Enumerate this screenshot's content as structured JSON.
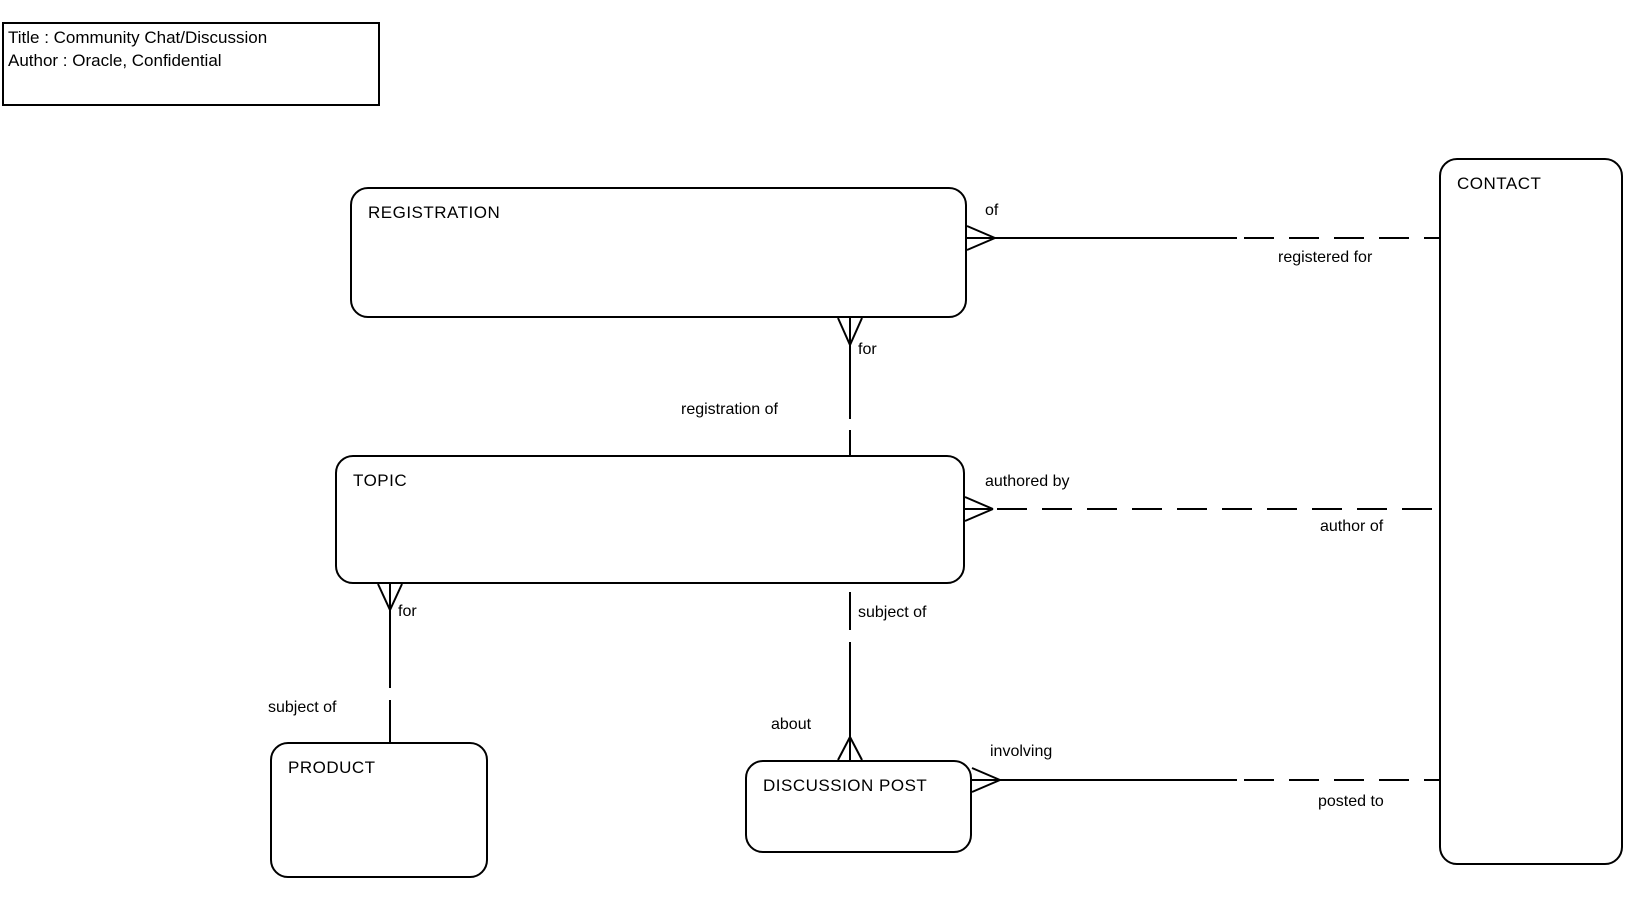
{
  "title_block": {
    "title_line": "Title : Community Chat/Discussion",
    "author_line": "Author : Oracle, Confidential"
  },
  "entities": {
    "registration": {
      "name": "REGISTRATION"
    },
    "topic": {
      "name": "TOPIC"
    },
    "product": {
      "name": "PRODUCT"
    },
    "discussion_post": {
      "name": "DISCUSSION POST"
    },
    "contact": {
      "name": "CONTACT"
    }
  },
  "relationships": {
    "registration_contact": {
      "from": "REGISTRATION",
      "to": "CONTACT",
      "source_label": "of",
      "target_label": "registered for",
      "crow_foot_end": "REGISTRATION",
      "line_style": "solid-then-dashed"
    },
    "registration_topic": {
      "from": "REGISTRATION",
      "to": "TOPIC",
      "source_label": "for",
      "target_label": "registration of",
      "crow_foot_end": "REGISTRATION",
      "line_style": "solid-then-dashed"
    },
    "topic_contact": {
      "from": "TOPIC",
      "to": "CONTACT",
      "source_label": "authored by",
      "target_label": "author of",
      "crow_foot_end": "TOPIC",
      "line_style": "dashed"
    },
    "topic_product": {
      "from": "TOPIC",
      "to": "PRODUCT",
      "source_label": "for",
      "target_label": "subject of",
      "crow_foot_end": "TOPIC",
      "line_style": "solid-then-dashed"
    },
    "topic_discussion_post": {
      "from": "TOPIC",
      "to": "DISCUSSION POST",
      "source_label": "subject of",
      "target_label": "about",
      "crow_foot_end": "DISCUSSION POST",
      "line_style": "dashed-then-solid"
    },
    "discussion_post_contact": {
      "from": "DISCUSSION POST",
      "to": "CONTACT",
      "source_label": "involving",
      "target_label": "posted to",
      "crow_foot_end": "DISCUSSION POST",
      "line_style": "solid-then-dashed"
    }
  },
  "colors": {
    "line": "#000000",
    "text": "#000000",
    "background": "#ffffff"
  }
}
